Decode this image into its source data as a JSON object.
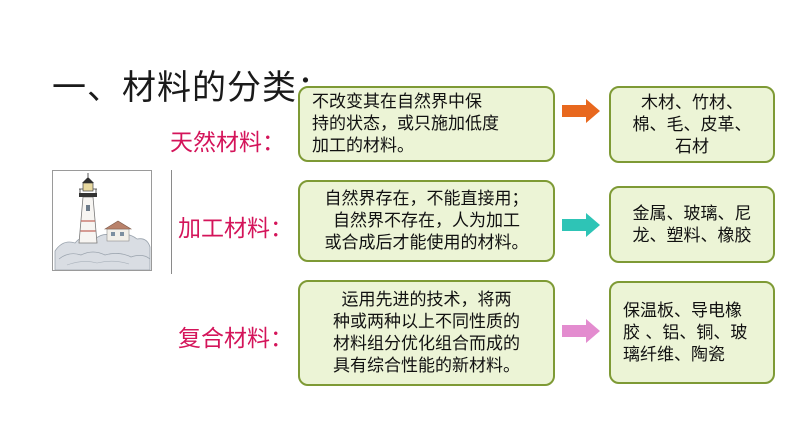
{
  "title": "一、材料的分类：",
  "rows": [
    {
      "label": "天然材料：",
      "definition": "不改变其在自然界中保\n持的状态，或只施加低度\n加工的材料。",
      "examples": "木材、竹材、\n棉、毛、皮革、\n石材",
      "arrow_color": "#e8681e"
    },
    {
      "label": "加工材料：",
      "definition": "自然界存在，不能直接用；\n自然界不存在，人为加工\n或合成后才能使用的材料。",
      "examples": "金属、玻璃、尼\n龙、塑料、橡胶",
      "arrow_color": "#2ec4b6"
    },
    {
      "label": "复合材料：",
      "definition": "运用先进的技术，将两\n种或两种以上不同性质的\n材料组分优化组合而成的\n具有综合性能的新材料。",
      "examples": "保温板、导电橡\n胶 、铝、铜、玻\n璃纤维、陶瓷",
      "arrow_color": "#e38ccf"
    }
  ],
  "colors": {
    "label_text": "#d4145a",
    "box_fill": "#ecf4d6",
    "box_border": "#7e9a35"
  },
  "image": {
    "icon": "lighthouse-icon"
  }
}
